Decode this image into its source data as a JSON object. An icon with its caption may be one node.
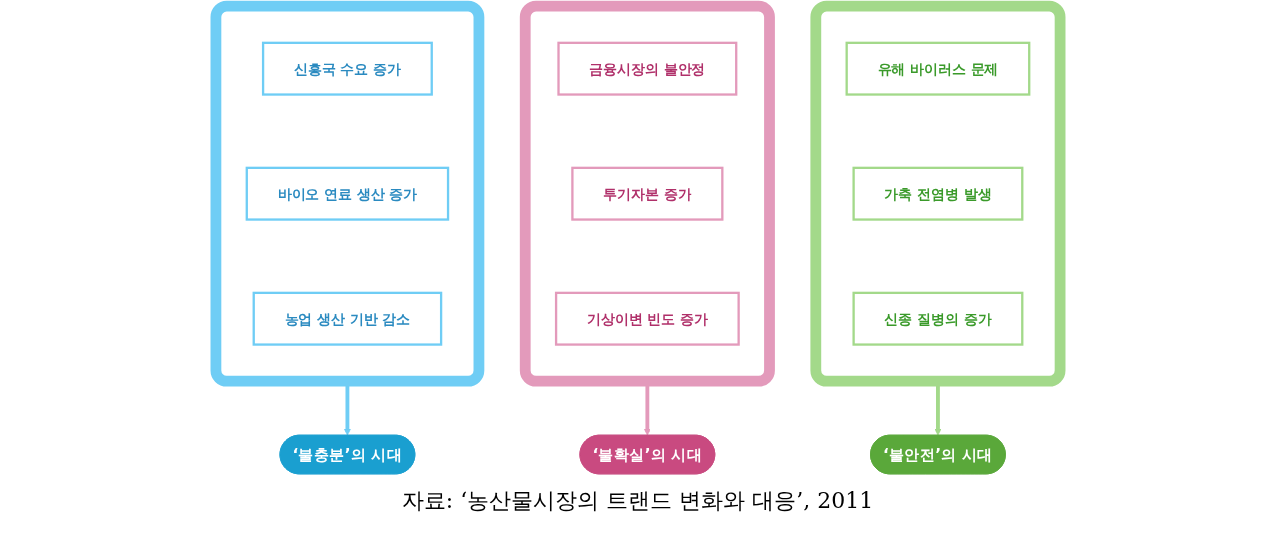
{
  "diagram": {
    "caption": "자료: ‘농산물시장의 트랜드 변화와 대응’, 2011",
    "nodes": [
      {
        "text": [],
        "shape": "box"
      },
      {
        "text": [
          "신흥국 수요 증가"
        ],
        "in": 0
      },
      {
        "text": [
          "바이오 연료 생산 증가"
        ],
        "in": 0
      },
      {
        "text": [
          "농업 생산 기반 감소"
        ],
        "in": 0
      },
      {
        "text": [
          "‘불충분’의 시대"
        ]
      },
      {
        "text": [],
        "shape": "box"
      },
      {
        "text": [
          "금융시장의 불안정"
        ],
        "in": 5
      },
      {
        "text": [
          "투기자본 증가"
        ],
        "in": 5
      },
      {
        "text": [
          "기상이변 빈도 증가"
        ],
        "in": 5
      },
      {
        "text": [
          "‘불확실’의 시대"
        ]
      },
      {
        "text": [],
        "shape": "box"
      },
      {
        "text": [
          "유해 바이러스 문제"
        ],
        "in": 10
      },
      {
        "text": [
          "가축 전염병 발생"
        ],
        "in": 10
      },
      {
        "text": [
          "신종 질병의 증가"
        ],
        "in": 10
      },
      {
        "text": [
          "‘불안전’의 시대"
        ]
      }
    ],
    "edges": [
      {
        "from": 0,
        "to": 4,
        "arrow": "to",
        "color": "#6fcdf5"
      },
      {
        "from": 5,
        "to": 9,
        "arrow": "to",
        "color": "#e39abb"
      },
      {
        "from": 10,
        "to": 14,
        "arrow": "to",
        "color": "#a3d98a"
      }
    ]
  }
}
